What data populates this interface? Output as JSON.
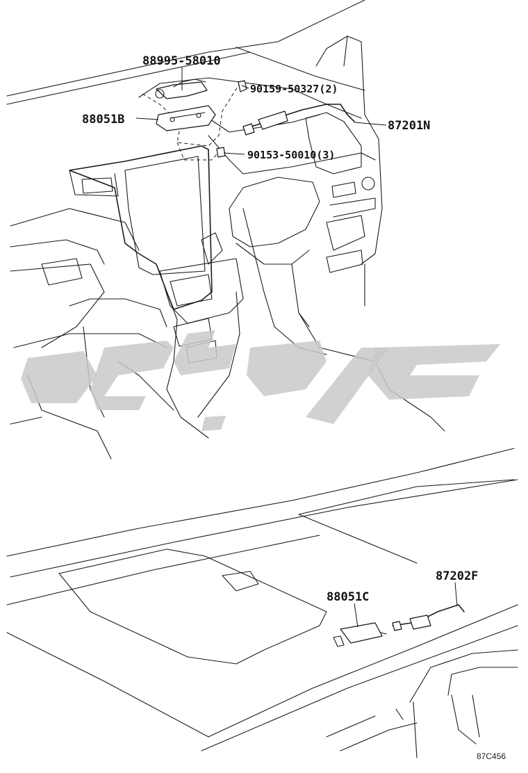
{
  "diagram": {
    "callouts": [
      {
        "id": "p1",
        "text": "88995-58010"
      },
      {
        "id": "p2",
        "text": "90159-50327(2)"
      },
      {
        "id": "p3",
        "text": "88051B"
      },
      {
        "id": "p4",
        "text": "87201N"
      },
      {
        "id": "p5",
        "text": "90153-50010(3)"
      },
      {
        "id": "p6",
        "text": "87202F"
      },
      {
        "id": "p7",
        "text": "88051C"
      }
    ],
    "figure_ref": "87C456",
    "colors": {
      "line": "#1a1a1a",
      "watermark": "#c9c9c9",
      "background": "#ffffff"
    }
  }
}
